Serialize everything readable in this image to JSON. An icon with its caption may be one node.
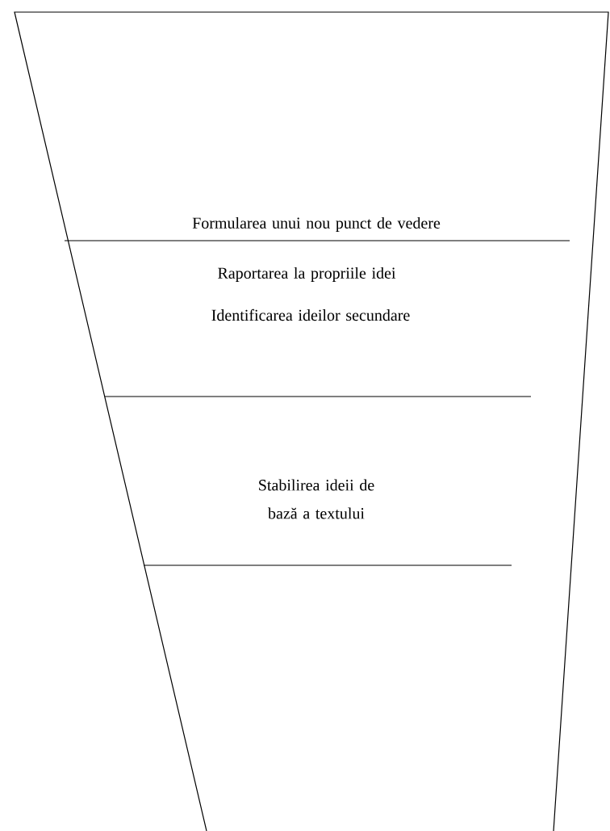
{
  "diagram": {
    "nodes": [
      {
        "text": [
          "Formularea unui nou punct de vedere",
          "Raportarea la propriile idei",
          "Identificarea ideilor secundare",
          "Stabilirea ideii de bază a textului"
        ]
      }
    ]
  }
}
